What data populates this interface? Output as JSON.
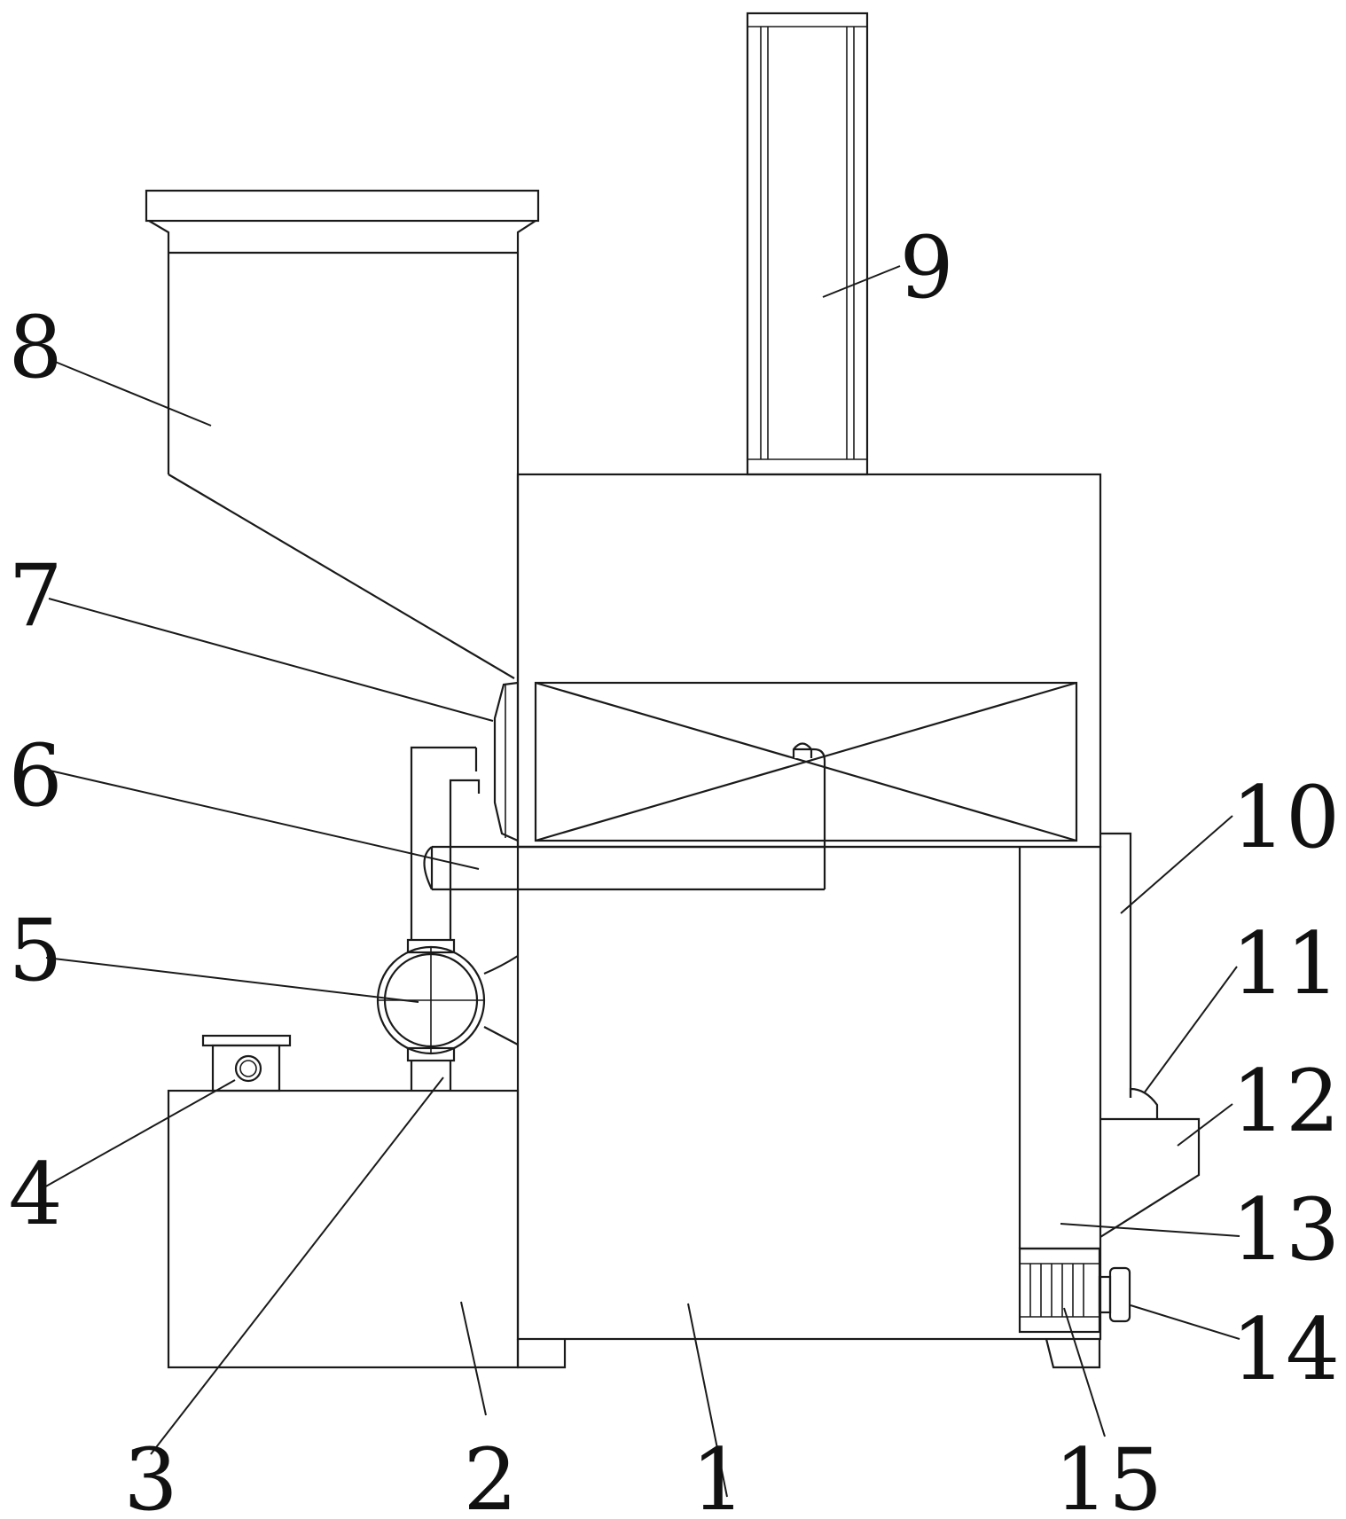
{
  "figure": {
    "callouts": [
      {
        "id": "1",
        "text": "1"
      },
      {
        "id": "2",
        "text": "2"
      },
      {
        "id": "3",
        "text": "3"
      },
      {
        "id": "4",
        "text": "4"
      },
      {
        "id": "5",
        "text": "5"
      },
      {
        "id": "6",
        "text": "6"
      },
      {
        "id": "7",
        "text": "7"
      },
      {
        "id": "8",
        "text": "8"
      },
      {
        "id": "9",
        "text": "9"
      },
      {
        "id": "10",
        "text": "10"
      },
      {
        "id": "11",
        "text": "11"
      },
      {
        "id": "12",
        "text": "12"
      },
      {
        "id": "13",
        "text": "13"
      },
      {
        "id": "14",
        "text": "14"
      },
      {
        "id": "15",
        "text": "15"
      }
    ]
  },
  "colors": {
    "line": "#1a1a1a",
    "background": "#ffffff"
  }
}
